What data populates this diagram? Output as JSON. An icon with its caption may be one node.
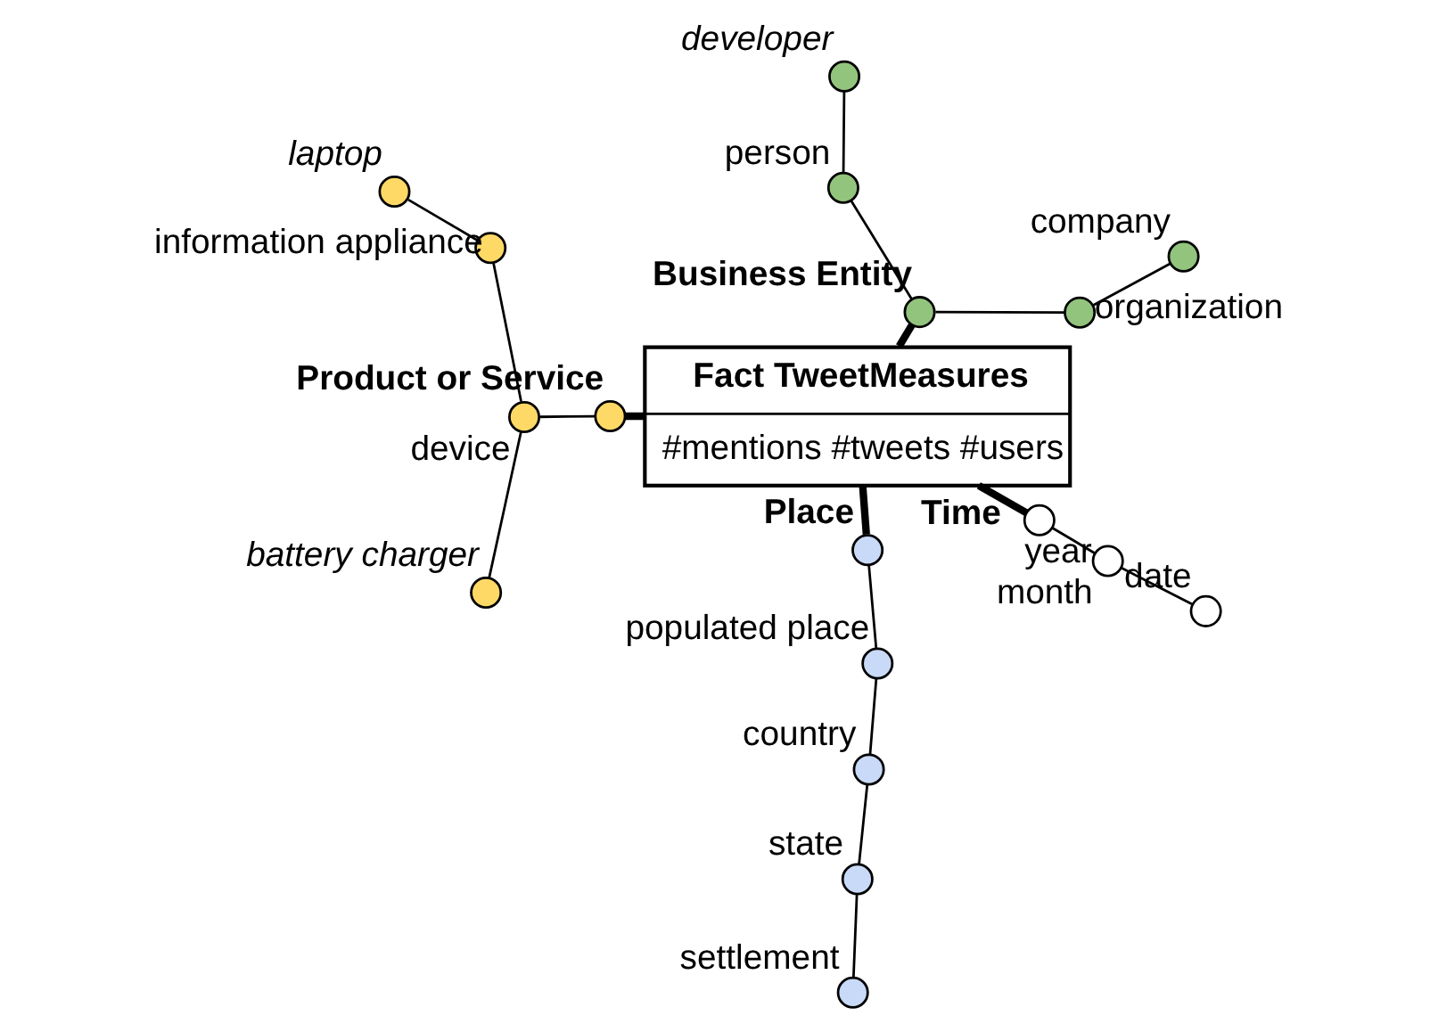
{
  "diagram": {
    "nodes": [
      {
        "text": [
          "Fact TweetMeasures",
          "#mentions #tweets #users"
        ]
      },
      {
        "text": [],
        "shape": "circle",
        "beside": [
          "Business Entity"
        ]
      },
      {
        "text": [],
        "shape": "circle",
        "beside": [
          "organization"
        ]
      },
      {
        "text": [],
        "shape": "circle",
        "beside": [
          "company"
        ]
      },
      {
        "text": [],
        "shape": "circle",
        "beside": [
          "person"
        ]
      },
      {
        "text": [],
        "shape": "circle",
        "beside": [
          "developer"
        ]
      },
      {
        "text": [],
        "shape": "circle",
        "beside": [
          "Product or Service"
        ]
      },
      {
        "text": [],
        "shape": "circle",
        "beside": [
          "device"
        ]
      },
      {
        "text": [],
        "shape": "circle",
        "beside": [
          "information appliance"
        ]
      },
      {
        "text": [],
        "shape": "circle",
        "beside": [
          "laptop"
        ]
      },
      {
        "text": [],
        "shape": "circle",
        "beside": [
          "battery charger"
        ]
      },
      {
        "text": [],
        "shape": "circle",
        "beside": [
          "Place"
        ]
      },
      {
        "text": [],
        "shape": "circle",
        "beside": [
          "populated place"
        ]
      },
      {
        "text": [],
        "shape": "circle",
        "beside": [
          "country"
        ]
      },
      {
        "text": [],
        "shape": "circle",
        "beside": [
          "state"
        ]
      },
      {
        "text": [],
        "shape": "circle",
        "beside": [
          "settlement"
        ]
      },
      {
        "text": [],
        "shape": "circle",
        "beside": [
          "year"
        ]
      },
      {
        "text": [],
        "shape": "circle",
        "beside": [
          "month"
        ]
      },
      {
        "text": [],
        "shape": "circle",
        "beside": [
          "date"
        ]
      }
    ],
    "edges": [
      {
        "from": 0,
        "to": 1,
        "arrow": "none",
        "style": "thick"
      },
      {
        "from": 1,
        "to": 2,
        "arrow": "none"
      },
      {
        "from": 2,
        "to": 3,
        "arrow": "none"
      },
      {
        "from": 1,
        "to": 4,
        "arrow": "none"
      },
      {
        "from": 4,
        "to": 5,
        "arrow": "none"
      },
      {
        "from": 0,
        "to": 6,
        "arrow": "none",
        "style": "thick"
      },
      {
        "from": 6,
        "to": 7,
        "arrow": "none"
      },
      {
        "from": 7,
        "to": 8,
        "arrow": "none"
      },
      {
        "from": 8,
        "to": 9,
        "arrow": "none"
      },
      {
        "from": 7,
        "to": 10,
        "arrow": "none"
      },
      {
        "from": 0,
        "to": 11,
        "arrow": "none",
        "style": "thick"
      },
      {
        "from": 11,
        "to": 12,
        "arrow": "none"
      },
      {
        "from": 12,
        "to": 13,
        "arrow": "none"
      },
      {
        "from": 13,
        "to": 14,
        "arrow": "none"
      },
      {
        "from": 14,
        "to": 15,
        "arrow": "none"
      },
      {
        "from": 0,
        "to": 16,
        "label": "Time",
        "arrow": "none",
        "style": "thick"
      },
      {
        "from": 16,
        "to": 17,
        "arrow": "none"
      },
      {
        "from": 17,
        "to": 18,
        "arrow": "none"
      }
    ]
  }
}
